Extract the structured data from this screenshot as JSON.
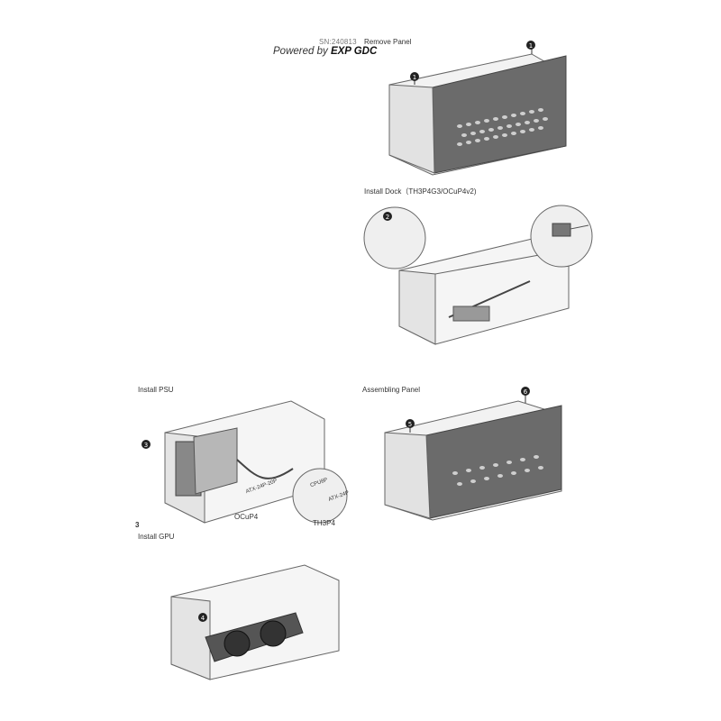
{
  "header": {
    "serial": "SN:240813",
    "powered_prefix": "Powered by ",
    "powered_brand": "EXP GDC"
  },
  "steps": {
    "remove_panel": {
      "title": "Remove Panel",
      "badge_a": "1",
      "badge_b": "1"
    },
    "install_dock": {
      "title": "Install Dock（TH3P4G3/OCuP4v2)",
      "badge": "2"
    },
    "install_psu": {
      "title": "Install PSU",
      "badge": "3",
      "cable_a": "ATX-24P-20P",
      "cable_b": "ATX-24P",
      "cable_c": "CPU8P",
      "dock_a": "OCuP4",
      "dock_b": "TH3P4"
    },
    "assembling_panel": {
      "title": "Assembling Panel",
      "badge_a": "5",
      "badge_b": "6"
    },
    "install_gpu": {
      "title": "Install GPU",
      "badge": "4",
      "step_num": "3"
    }
  },
  "colors": {
    "line": "#555555",
    "panel": "#6a6a6a",
    "metal": "#e9e9e9",
    "badge": "#222222"
  }
}
